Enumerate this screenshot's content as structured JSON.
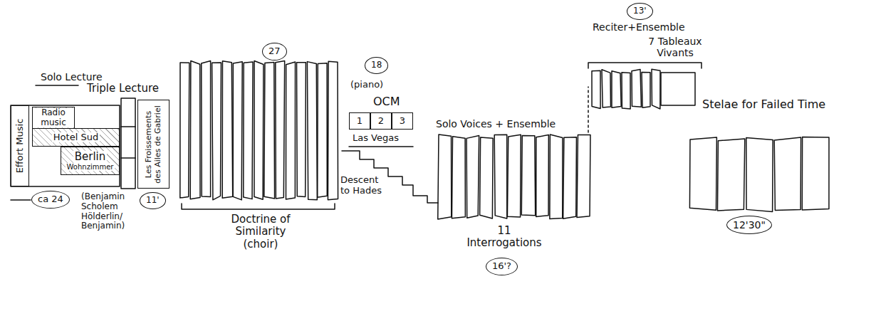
{
  "diagram": {
    "nodes": [
      {
        "text": [
          "Effort Music"
        ]
      },
      {
        "text": [
          "Radio music"
        ]
      },
      {
        "text": [
          "Hotel Sud"
        ]
      },
      {
        "text": [
          "Berlin",
          "Wohnzimmer"
        ]
      },
      {
        "text": [
          "Les Froissements des Ailes de Gabriel"
        ]
      },
      {
        "text": [
          "1"
        ]
      },
      {
        "text": [
          "2"
        ]
      },
      {
        "text": [
          "3"
        ]
      }
    ],
    "labels": [
      "Solo Lecture",
      "Triple Lecture",
      "11'",
      "ca 24",
      "(Benjamin Scholem Hölderlin/ Benjamin)",
      "27",
      "Doctrine of Similarity (choir)",
      "18",
      "(piano)",
      "OCM",
      "Las Vegas",
      "Descent to Hades",
      "Solo Voices + Ensemble",
      "11 Interrogations",
      "16'?",
      "13'",
      "Reciter+Ensemble",
      "7 Tableaux Vivants",
      "Stelae for Failed Time",
      "12'30\""
    ]
  }
}
